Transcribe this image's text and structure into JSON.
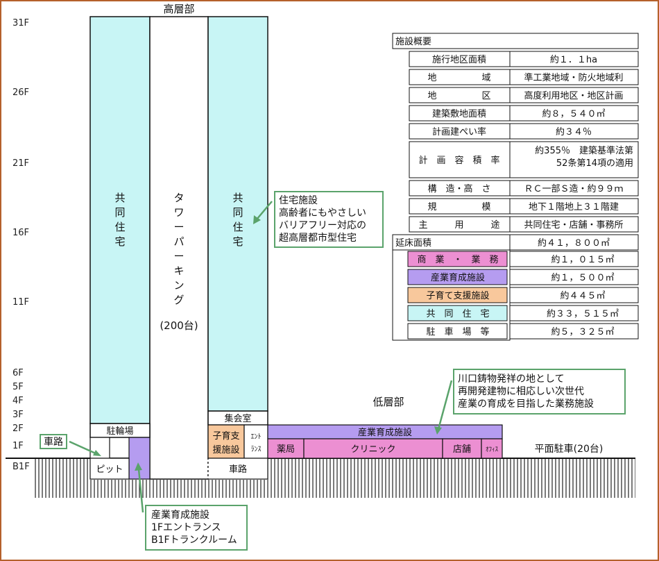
{
  "labels": {
    "high_rise": "高層部",
    "low_rise": "低層部",
    "bike_parking": "駐輪場",
    "pit": "ピット",
    "meeting_room": "集会室",
    "childcare_line1": "子育支",
    "childcare_line2": "援施設",
    "entrance_line1": "ｴﾝﾄ",
    "entrance_line2": "ﾗﾝｽ",
    "road_b1": "車路",
    "industry_upper": "産業育成施設",
    "pharmacy": "薬局",
    "clinic": "クリニック",
    "shop": "店舗",
    "office": "ｵﾌｨｽ",
    "surface_parking": "平面駐車(20台)",
    "parking_count": "(200台)"
  },
  "vertical_texts": {
    "housing_left": [
      "共",
      "同",
      "住",
      "宅"
    ],
    "tower_parking": [
      "タ",
      "ワ",
      "ー",
      "パ",
      "ー",
      "キ",
      "ン",
      "グ"
    ],
    "housing_right": [
      "共",
      "同",
      "住",
      "宅"
    ]
  },
  "floors": [
    "31F",
    "26F",
    "21F",
    "16F",
    "11F",
    "6F",
    "5F",
    "4F",
    "3F",
    "2F",
    "1F",
    "B1F"
  ],
  "callouts": {
    "road": [
      "車路"
    ],
    "housing": [
      "住宅施設",
      "高齢者にもやさしい",
      "バリアフリー対応の",
      "超高層都市型住宅"
    ],
    "business": [
      "川口鋳物発祥の地として",
      "再開発建物に相応しい次世代",
      "産業の育成を目指した業務施設"
    ],
    "industry": [
      "産業育成施設",
      "1Fエントランス",
      "B1Fトランクルーム"
    ]
  },
  "overview": {
    "title": "施設概要",
    "rows": [
      {
        "label": "施行地区面積",
        "value": "約１．１ha"
      },
      {
        "label": "地　　　　　域",
        "value": "準工業地域・防火地域利"
      },
      {
        "label": "地　　　　　区",
        "value": "高度利用地区・地区計画"
      },
      {
        "label": "建築敷地面積",
        "value": "約８，５４０㎡"
      },
      {
        "label": "計画建ぺい率",
        "value": "約３４％"
      },
      {
        "label": "計　画　容　積　率",
        "value_lines": [
          "約355％　建築基準法第",
          "52条第14項の適用"
        ]
      },
      {
        "label": "構　造・高　さ",
        "value": "ＲＣ一部Ｓ造・約９９ｍ"
      },
      {
        "label": "規　　　　　模",
        "value": "地下１階地上３１階建"
      },
      {
        "label": "主　　　用　　　途",
        "value": "共同住宅・店舗・事務所"
      }
    ],
    "total_label": "延床面積",
    "total_value": "約４１，８００㎡",
    "breakdown": [
      {
        "label": "商　業　・　業　務",
        "value": "約１，０１５㎡",
        "color": "#ec8fd2"
      },
      {
        "label": "産業育成施設",
        "value": "約１，５００㎡",
        "color": "#b59cf0"
      },
      {
        "label": "子育て支援施設",
        "value": "約４４５㎡",
        "color": "#f8c89c"
      },
      {
        "label": "共　同　住　宅",
        "value": "約３３，５１５㎡",
        "color": "#c8f5f5"
      },
      {
        "label": "駐　車　場　等",
        "value": "約５，３２５㎡",
        "color": "#ffffff"
      }
    ]
  },
  "colors": {
    "frame": "#b5602b",
    "housing": "#c8f5f5",
    "industry": "#b59cf0",
    "commercial": "#ec8fd2",
    "childcare": "#f8c89c",
    "callout_border": "#5aa36b"
  }
}
